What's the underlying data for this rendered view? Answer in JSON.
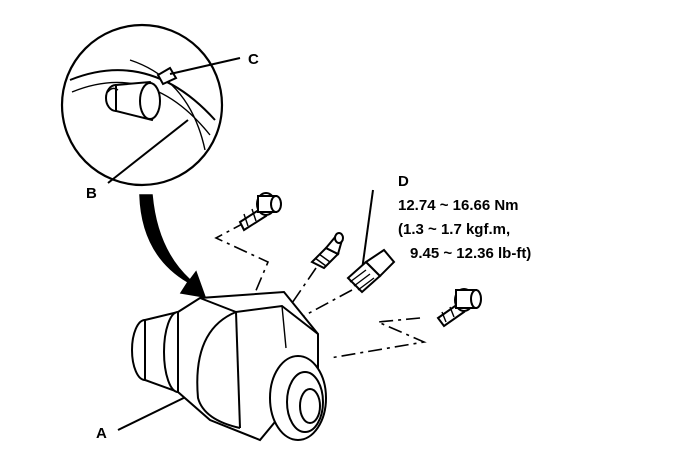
{
  "labels": {
    "a": "A",
    "b": "B",
    "c": "C",
    "d": "D"
  },
  "torque_spec": {
    "line1": "12.74 ~ 16.66 Nm",
    "line2": "(1.3 ~ 1.7 kgf.m,",
    "line3": "9.45 ~ 12.36 lb-ft)"
  }
}
